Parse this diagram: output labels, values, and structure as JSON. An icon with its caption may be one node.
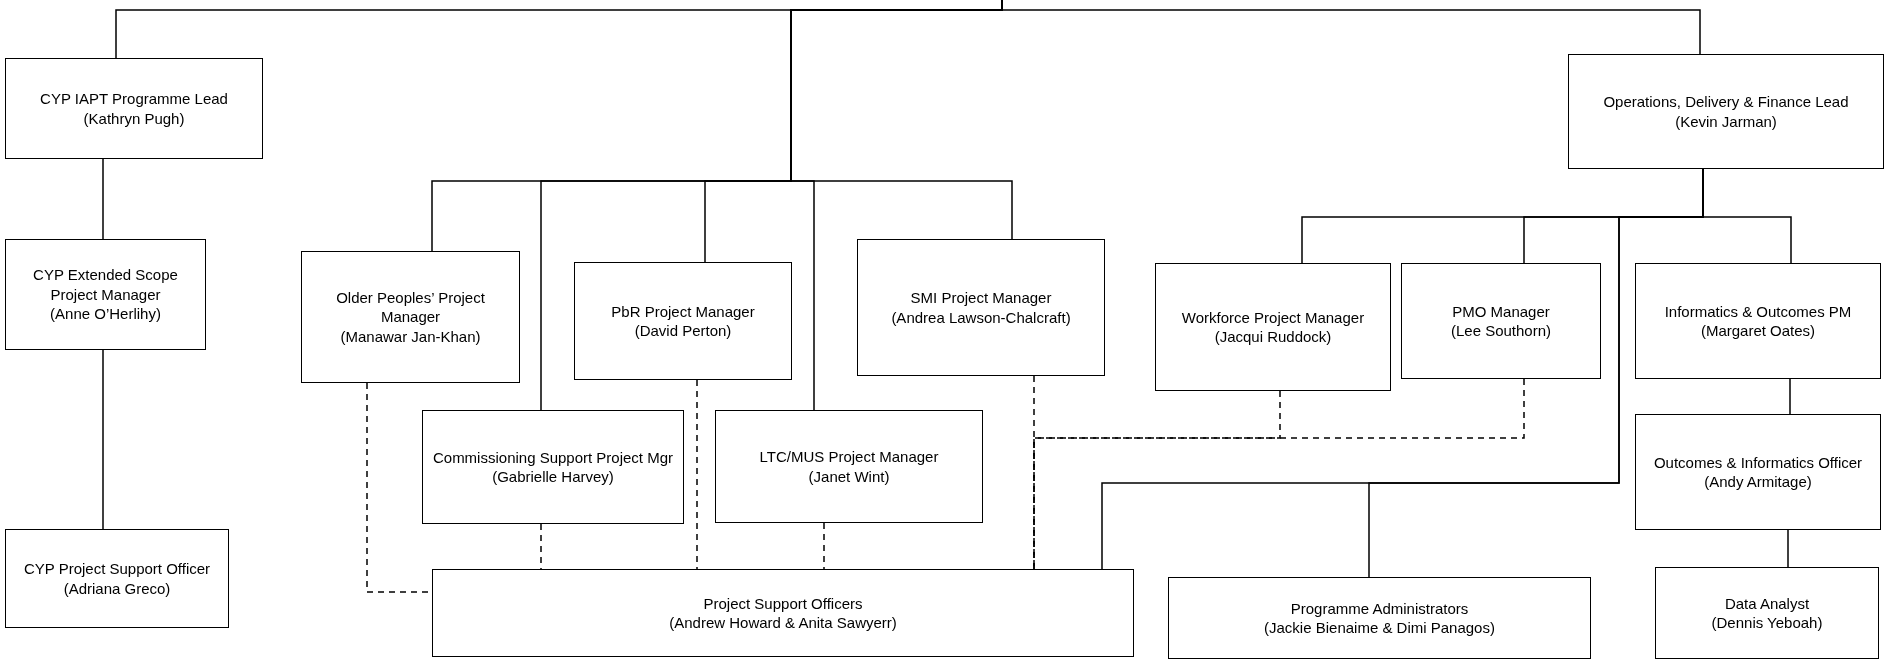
{
  "diagram": {
    "nodes": [
      {
        "text": [
          "CYP IAPT Programme Lead",
          "(Kathryn Pugh)"
        ]
      },
      {
        "text": [
          "CYP Extended Scope Project Manager",
          "(Anne O’Herlihy)"
        ]
      },
      {
        "text": [
          "CYP Project Support Officer",
          "(Adriana Greco)"
        ]
      },
      {
        "text": [
          "Older Peoples’ Project Manager",
          "(Manawar Jan-Khan)"
        ]
      },
      {
        "text": [
          "PbR  Project Manager",
          "(David Perton)"
        ]
      },
      {
        "text": [
          "SMI Project Manager",
          "(Andrea Lawson-Chalcraft)"
        ]
      },
      {
        "text": [
          "Commissioning Support Project Mgr",
          "(Gabrielle Harvey)"
        ]
      },
      {
        "text": [
          "LTC/MUS Project Manager",
          "(Janet Wint)"
        ]
      },
      {
        "text": [
          "Project Support Officers",
          "(Andrew Howard & Anita Sawyerr)"
        ]
      },
      {
        "text": [
          "Operations, Delivery & Finance Lead",
          "(Kevin Jarman)"
        ]
      },
      {
        "text": [
          "Workforce Project Manager",
          "(Jacqui Ruddock)"
        ]
      },
      {
        "text": [
          "PMO Manager",
          "(Lee Southorn)"
        ]
      },
      {
        "text": [
          "Informatics & Outcomes PM",
          "(Margaret Oates)"
        ]
      },
      {
        "text": [
          "Outcomes & Informatics Officer",
          "(Andy Armitage)"
        ]
      },
      {
        "text": [
          "Programme Administrators",
          "(Jackie Bienaime & Dimi Panagos)"
        ]
      },
      {
        "text": [
          "Data Analyst",
          "(Dennis Yeboah)"
        ]
      }
    ],
    "edges": [
      {
        "from": null,
        "to": 0,
        "arrow": "none"
      },
      {
        "from": null,
        "to": 3,
        "arrow": "none"
      },
      {
        "from": null,
        "to": 6,
        "arrow": "none"
      },
      {
        "from": null,
        "to": 4,
        "arrow": "none"
      },
      {
        "from": null,
        "to": 7,
        "arrow": "none"
      },
      {
        "from": null,
        "to": 5,
        "arrow": "none"
      },
      {
        "from": null,
        "to": 9,
        "arrow": "none"
      },
      {
        "from": 0,
        "to": 1,
        "arrow": "none"
      },
      {
        "from": 1,
        "to": 2,
        "arrow": "none"
      },
      {
        "from": 9,
        "to": 10,
        "arrow": "none"
      },
      {
        "from": 9,
        "to": 11,
        "arrow": "none"
      },
      {
        "from": 9,
        "to": 12,
        "arrow": "none"
      },
      {
        "from": 9,
        "to": 8,
        "arrow": "none"
      },
      {
        "from": 9,
        "to": 14,
        "arrow": "none"
      },
      {
        "from": 12,
        "to": 13,
        "arrow": "none"
      },
      {
        "from": 13,
        "to": 15,
        "arrow": "none"
      },
      {
        "from": 3,
        "to": 8,
        "arrow": "none",
        "style": "dashed"
      },
      {
        "from": 6,
        "to": 8,
        "arrow": "none",
        "style": "dashed"
      },
      {
        "from": 4,
        "to": 8,
        "arrow": "none",
        "style": "dashed"
      },
      {
        "from": 7,
        "to": 8,
        "arrow": "none",
        "style": "dashed"
      },
      {
        "from": 5,
        "to": 8,
        "arrow": "none",
        "style": "dashed"
      },
      {
        "from": 10,
        "to": 8,
        "arrow": "none",
        "style": "dashed"
      },
      {
        "from": 11,
        "to": 8,
        "arrow": "none",
        "style": "dashed"
      }
    ]
  }
}
